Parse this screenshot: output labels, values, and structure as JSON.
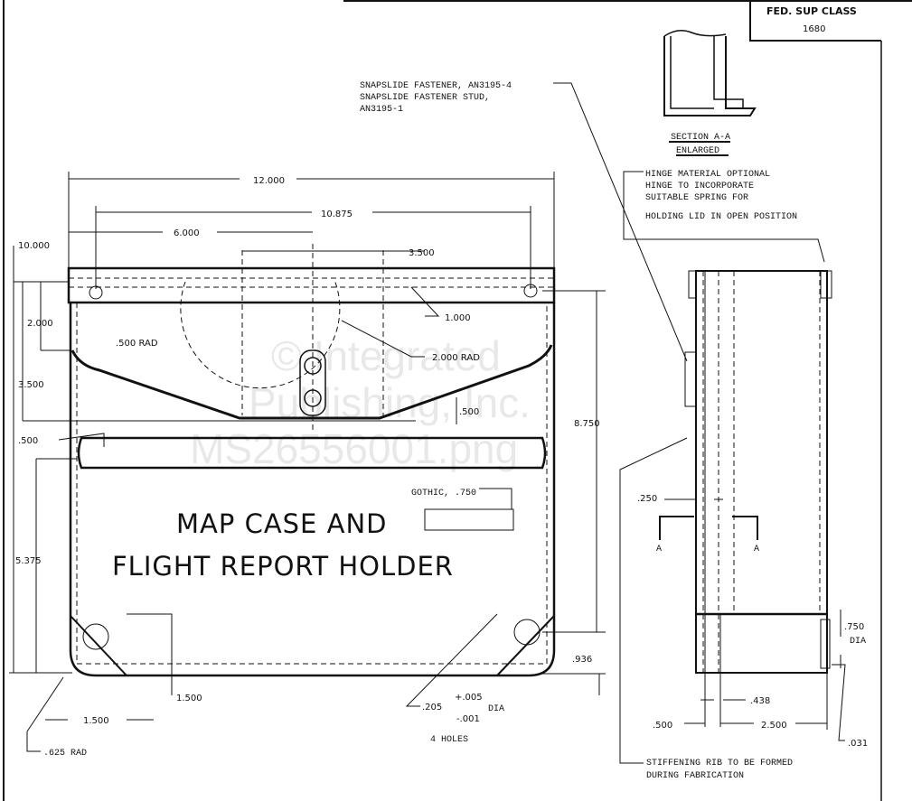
{
  "title_block": {
    "label": "FED. SUP CLASS",
    "value": "1680"
  },
  "notes": {
    "fastener_1": "SNAPSLIDE FASTENER, AN3195-4",
    "fastener_2": "SNAPSLIDE FASTENER STUD,",
    "fastener_3": "AN3195-1",
    "section_1": "SECTION A-A",
    "section_2": "ENLARGED",
    "hinge_1": "HINGE MATERIAL OPTIONAL",
    "hinge_2": "HINGE TO INCORPORATE",
    "hinge_3": "SUITABLE SPRING FOR",
    "hinge_4": "HOLDING LID IN OPEN POSITION",
    "rib_1": "STIFFENING RIB TO BE FORMED",
    "rib_2": "DURING FABRICATION",
    "lettering": "GOTHIC, .750",
    "holes": "4 HOLES"
  },
  "label": {
    "line1": "MAP CASE AND",
    "line2": "FLIGHT REPORT HOLDER"
  },
  "dimensions": {
    "d12000": "12.000",
    "d10875": "10.875",
    "d6000": "6.000",
    "d3500a": "3.500",
    "d10000": "10.000",
    "d2000": "2.000",
    "d500rad": ".500 RAD",
    "d1000": "1.000",
    "d2000rad": "2.000 RAD",
    "d3500b": "3.500",
    "d500a": ".500",
    "d500b": ".500",
    "d8750": "8.750",
    "d5375": "5.375",
    "d1500a": "1.500",
    "d1500b": "1.500",
    "d625rad": ".625 RAD",
    "d205": ".205",
    "tol_plus": "+.005",
    "tol_minus": "-.001",
    "dia1": "DIA",
    "d936": ".936",
    "d250": ".250",
    "secA1": "A",
    "secA2": "A",
    "d750": ".750",
    "dia2": "DIA",
    "d438": ".438",
    "d500c": ".500",
    "d2500": "2.500",
    "d031": ".031"
  },
  "watermark": {
    "line1": "© Integrated",
    "line2": "Publishing, Inc.",
    "line3": "MS26556001.png"
  }
}
